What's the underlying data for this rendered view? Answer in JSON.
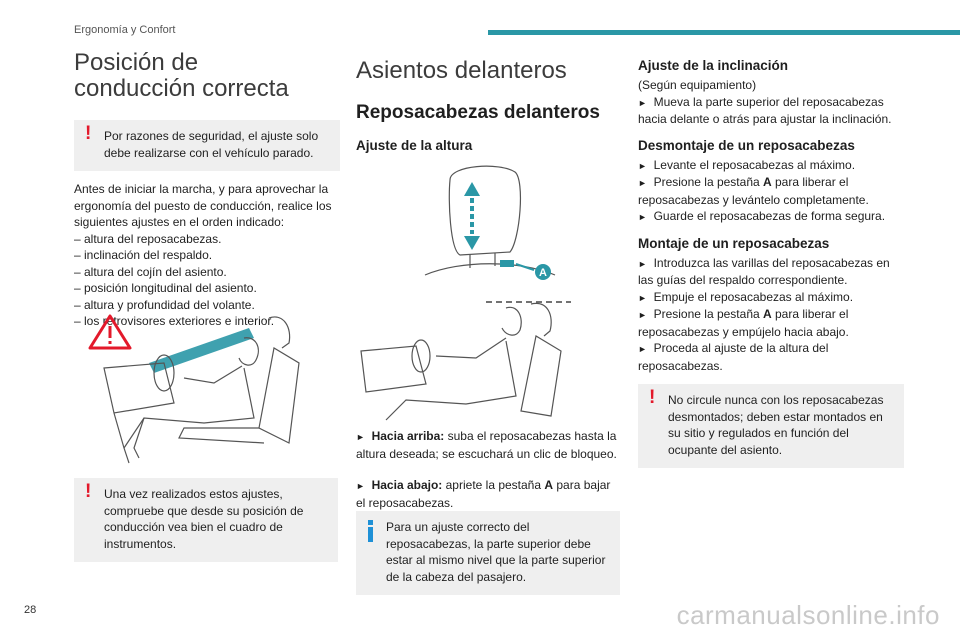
{
  "header": {
    "section": "Ergonomía y Confort",
    "accent_color": "#2a97a6"
  },
  "page_number": "28",
  "col1": {
    "title": "Posición de conducción correcta",
    "warning1": "Por razones de seguridad, el ajuste solo debe realizarse con el vehículo parado.",
    "intro": "Antes de iniciar la marcha, y para aprovechar la ergonomía del puesto de conducción, realice los siguientes ajustes en el orden indicado:",
    "list": [
      "–  altura del reposacabezas.",
      "–  inclinación del respaldo.",
      "–  altura del cojín del asiento.",
      "–  posición longitudinal del asiento.",
      "–  altura y profundidad del volante.",
      "–  los retrovisores exteriores e interior."
    ],
    "warning2": "Una vez realizados estos ajustes, compruebe que desde su posición de conducción vea bien el cuadro de instrumentos."
  },
  "col2": {
    "title": "Asientos delanteros",
    "subtitle": "Reposacabezas delanteros",
    "h3": "Ajuste de la altura",
    "label_a": "A",
    "up_label": "Hacia arriba:",
    "up_text": " suba el reposacabezas hasta la altura deseada; se escuchará un clic de bloqueo.",
    "down_label": "Hacia abajo:",
    "down_text_1": " apriete la pestaña ",
    "down_a": "A",
    "down_text_2": " para bajar el reposacabezas.",
    "info": "Para un ajuste correcto del reposacabezas, la parte superior debe estar al mismo nivel que la parte superior de la cabeza del pasajero."
  },
  "col3": {
    "h_incl": "Ajuste de la inclinación",
    "incl_note": "(Según equipamiento)",
    "incl_text": "Mueva la parte superior del reposacabezas hacia delante o atrás para ajustar la inclinación.",
    "h_desm": "Desmontaje de un reposacabezas",
    "desm": [
      {
        "pre": "Levante el reposacabezas al máximo.",
        "a": "",
        "post": ""
      },
      {
        "pre": "Presione la pestaña ",
        "a": "A",
        "post": " para liberar el reposacabezas y levántelo completamente."
      },
      {
        "pre": "Guarde el reposacabezas de forma segura.",
        "a": "",
        "post": ""
      }
    ],
    "h_mont": "Montaje de un reposacabezas",
    "mont": [
      {
        "pre": "Introduzca las varillas del reposacabezas en las guías del respaldo correspondiente.",
        "a": "",
        "post": ""
      },
      {
        "pre": "Empuje el reposacabezas al máximo.",
        "a": "",
        "post": ""
      },
      {
        "pre": "Presione la pestaña ",
        "a": "A",
        "post": " para liberar el reposacabezas y empújelo hacia abajo."
      },
      {
        "pre": "Proceda al ajuste de la altura del reposacabezas.",
        "a": "",
        "post": ""
      }
    ],
    "warning": "No circule nunca con los reposacabezas desmontados; deben estar montados en su sitio y regulados en función del ocupante del asiento."
  },
  "bullet_glyph": "►",
  "watermark": "carmanualsonline.info"
}
